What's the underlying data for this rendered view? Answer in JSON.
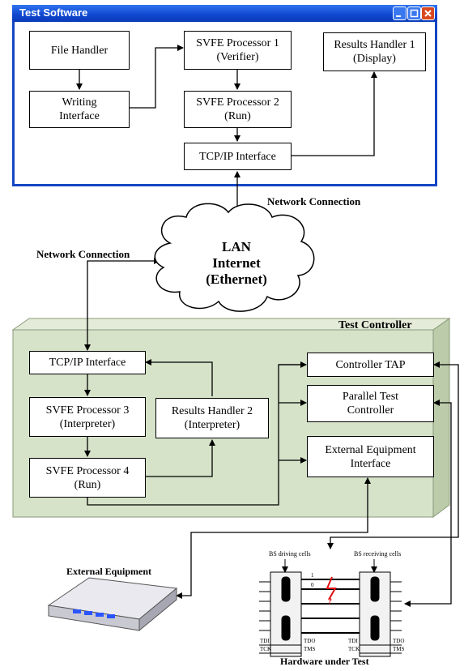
{
  "window": {
    "title": "Test Software",
    "icons": [
      "minimize-icon",
      "maximize-icon",
      "close-icon"
    ],
    "boxes": {
      "file_handler": "File Handler",
      "writing_interface": "Writing\nInterface",
      "svfe1": "SVFE Processor 1\n(Verifier)",
      "svfe2": "SVFE Processor 2\n(Run)",
      "tcpip": "TCP/IP Interface",
      "results1": "Results Handler 1\n(Display)"
    }
  },
  "network": {
    "label_right": "Network Connection",
    "label_left": "Network Connection",
    "cloud_lines": [
      "LAN",
      "Internet",
      "(Ethernet)"
    ]
  },
  "controller": {
    "title": "Test Controller",
    "boxes": {
      "tcpip": "TCP/IP Interface",
      "svfe3": "SVFE Processor 3\n(Interpreter)",
      "svfe4": "SVFE Processor 4\n(Run)",
      "results2": "Results Handler 2\n(Interpreter)",
      "tap": "Controller TAP",
      "parallel": "Parallel Test\nController",
      "external_if": "External Equipment\nInterface"
    }
  },
  "external_equipment": {
    "label": "External Equipment",
    "icon": "network-device-icon"
  },
  "hardware": {
    "label": "Hardware under Test",
    "driving": "BS driving cells",
    "receiving": "BS receiving cells",
    "bit1": "1",
    "bit0": "0",
    "fault_mark": "?",
    "pins": [
      "TDI",
      "TDO",
      "TCK",
      "TMS",
      "TDI",
      "TDO",
      "TCK",
      "TMS"
    ]
  },
  "colors": {
    "window_border": "#1546c4",
    "panel": "#d6e3c9",
    "fault": "#e01010"
  }
}
